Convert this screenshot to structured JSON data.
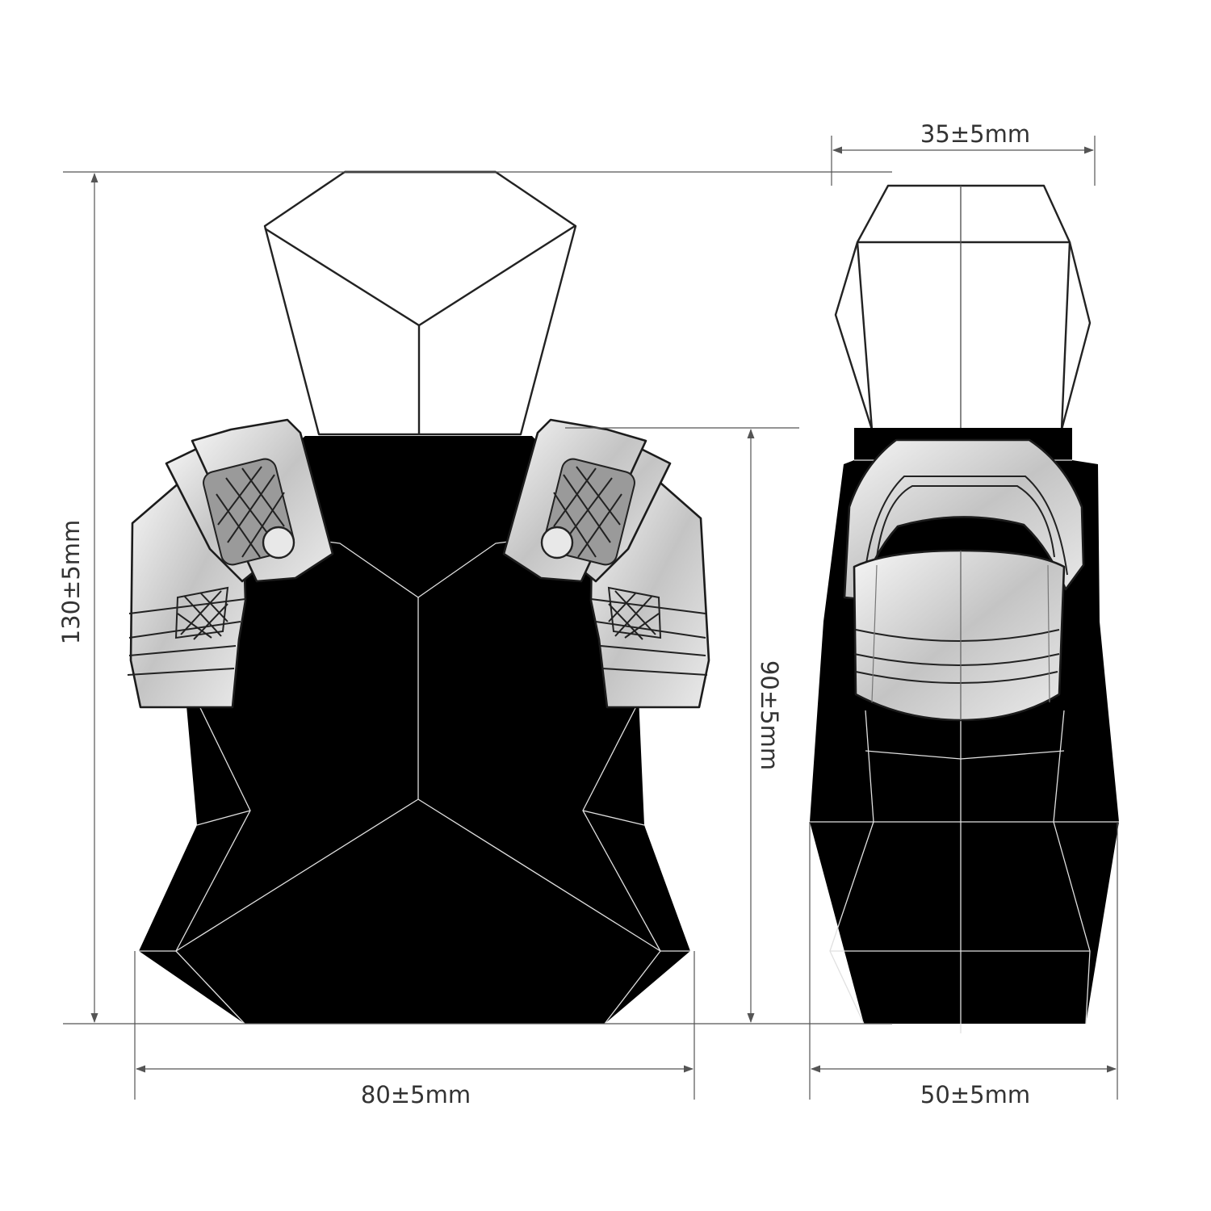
{
  "dimensions": {
    "front_height": "130±5mm",
    "front_width": "80±5mm",
    "body_height": "90±5mm",
    "side_top_width": "35±5mm",
    "side_bottom_width": "50±5mm"
  },
  "colors": {
    "body": "#000000",
    "cap": "#f2f2f2",
    "armor": "#d2d2d2",
    "dimension_line": "#555555"
  }
}
